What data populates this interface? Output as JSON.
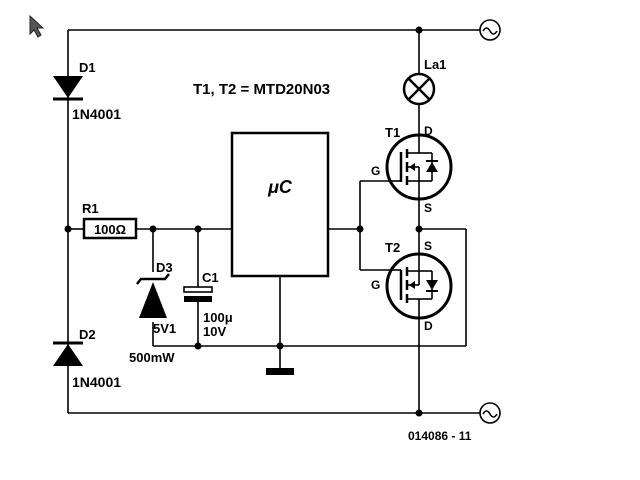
{
  "title_note": "T1, T2 = MTD20N03",
  "microcontroller_label": "μC",
  "components": {
    "d1": {
      "ref": "D1",
      "value": "1N4001"
    },
    "d2": {
      "ref": "D2",
      "value": "1N4001"
    },
    "r1": {
      "ref": "R1",
      "value": "100Ω"
    },
    "d3": {
      "ref": "D3",
      "value": "5V1",
      "power": "500mW"
    },
    "c1": {
      "ref": "C1",
      "value": "100μ",
      "voltage": "10V"
    },
    "la1": {
      "ref": "La1"
    },
    "t1": {
      "ref": "T1",
      "gate": "G",
      "drain": "D",
      "source": "S"
    },
    "t2": {
      "ref": "T2",
      "gate": "G",
      "drain": "D",
      "source": "S"
    }
  },
  "ac_symbol": "∼",
  "figure_code": "014086 - 11",
  "icons": [
    "mouse-cursor-icon",
    "ac-source-icon",
    "lamp-icon",
    "diode-icon",
    "zener-diode-icon",
    "capacitor-icon",
    "resistor-icon",
    "mosfet-icon",
    "ground-icon"
  ]
}
